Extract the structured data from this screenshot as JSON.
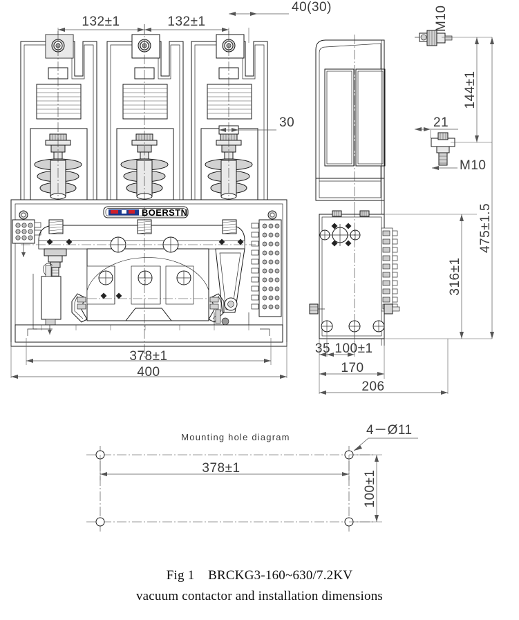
{
  "figure": {
    "caption_line1": "Fig 1    BRCKG3-160~630/7.2KV",
    "caption_line2": "vacuum contactor and installation dimensions",
    "product_logo_text": "BOERSTN",
    "background_color": "#ffffff",
    "line_color": "#1a1a1a",
    "dimension_color": "#3c3c3c",
    "logo_accent_blue": "#1c3a8f",
    "logo_accent_red": "#d0202a"
  },
  "front_view": {
    "name": "front elevation of vacuum contactor",
    "dimensions": {
      "pole_pitch_left": "132±1",
      "pole_pitch_right": "132±1",
      "terminal_offset": "40(30)",
      "terminal_width": "30",
      "mounting_width": "378±1",
      "overall_width": "400"
    }
  },
  "side_view": {
    "name": "side elevation of vacuum contactor",
    "dimensions": {
      "top_stud": "M10",
      "lower_stud": "M10",
      "stud_offset": "21",
      "upper_height": "144±1",
      "overall_height": "475±1.5",
      "body_height": "316±1",
      "base_edge": "35",
      "mounting_depth": "100±1",
      "body_depth": "170",
      "overall_depth": "206"
    }
  },
  "mounting_hole_diagram": {
    "title": "Mounting  hole  diagram",
    "hole_callout": "4－Ø11",
    "horizontal_pitch": "378±1",
    "vertical_pitch": "100±1"
  }
}
